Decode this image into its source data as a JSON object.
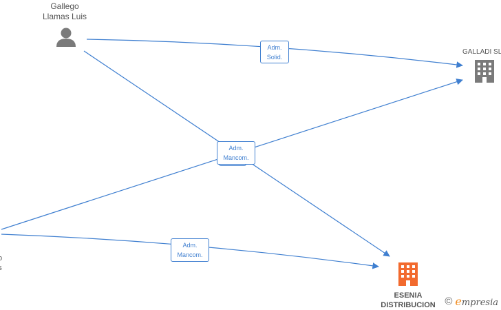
{
  "nodes": {
    "person_top": {
      "line1": "Gallego",
      "line2": "Llamas Luis",
      "icon": "person-icon"
    },
    "person_left": {
      "line1": "o",
      "line2": "s",
      "icon": "person-icon"
    },
    "company_right": {
      "name": "GALLADI SL",
      "icon": "building-icon"
    },
    "company_bottom": {
      "line1": "ESENIA",
      "line2": "DISTRIBUCION",
      "icon": "building-icon"
    }
  },
  "edges": [
    {
      "label_line1": "Adm.",
      "label_line2": "Solid."
    },
    {
      "label_line1": "Adm.",
      "label_line2": "Mancom."
    },
    {
      "label_line1": "Adm.",
      "label_line2": "Mancom."
    }
  ],
  "brand": {
    "copyright": "©",
    "name_e": "e",
    "name_rest": "mpresia"
  },
  "colors": {
    "edge": "#3f7fd0",
    "company_grey": "#7a7a7a",
    "company_highlight": "#f26a2e",
    "person": "#7a7a7a"
  }
}
